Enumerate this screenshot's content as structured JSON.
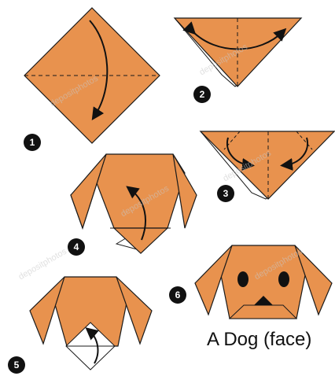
{
  "steps": [
    {
      "number": "1"
    },
    {
      "number": "2"
    },
    {
      "number": "3"
    },
    {
      "number": "4"
    },
    {
      "number": "5"
    },
    {
      "number": "6"
    }
  ],
  "caption": "A Dog (face)",
  "watermark": "depositphotos",
  "colors": {
    "paper": "#e8924e",
    "paper_stroke": "#1a1a1a",
    "back_side": "#ffffff",
    "badge": "#111111",
    "background": "#ffffff"
  },
  "icons": [
    "curved-arrow-icon",
    "dashed-fold-line"
  ]
}
